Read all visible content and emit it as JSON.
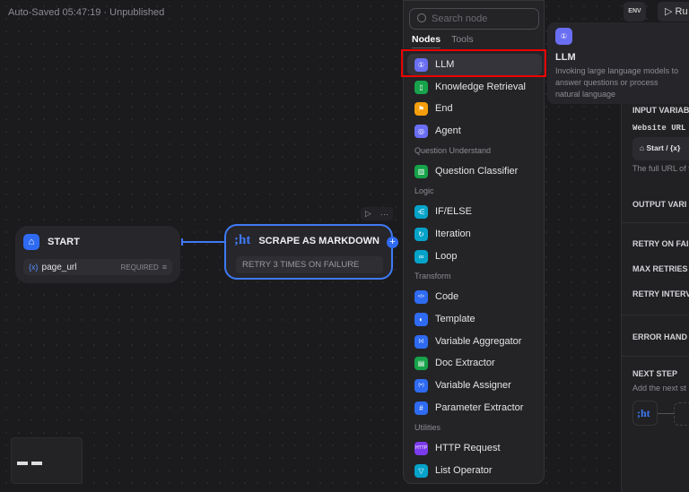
{
  "header": {
    "status": "Auto-Saved 05:47:19 · Unpublished",
    "env_label": "ENV",
    "run_label": "▷ Ru"
  },
  "canvas": {
    "start": {
      "title": "START",
      "var_name": "page_url",
      "var_badge": "REQUIRED",
      "var_icon": "{x}"
    },
    "scrape": {
      "logo": ";ht",
      "title": "SCRAPE AS MARKDOWN",
      "retry": "RETRY 3 TIMES ON FAILURE"
    }
  },
  "menu": {
    "search_placeholder": "Search node",
    "tabs": [
      "Nodes",
      "Tools"
    ],
    "sections": {
      "qu": "Question Understand",
      "logic": "Logic",
      "transform": "Transform",
      "utilities": "Utilities"
    },
    "items": [
      {
        "label": "LLM",
        "color": "#6a6ef2",
        "icon": "①"
      },
      {
        "label": "Knowledge Retrieval",
        "color": "#16a34a",
        "icon": "▯"
      },
      {
        "label": "End",
        "color": "#f59e0b",
        "icon": "⚑"
      },
      {
        "label": "Agent",
        "color": "#6a6ef2",
        "icon": "◎"
      },
      {
        "label": "Question Classifier",
        "color": "#16a34a",
        "icon": "▥"
      },
      {
        "label": "IF/ELSE",
        "color": "#06a3c9",
        "icon": "⋲"
      },
      {
        "label": "Iteration",
        "color": "#06a3c9",
        "icon": "↻"
      },
      {
        "label": "Loop",
        "color": "#06a3c9",
        "icon": "∞"
      },
      {
        "label": "Code",
        "color": "#2f6bf2",
        "icon": "</>"
      },
      {
        "label": "Template",
        "color": "#2f6bf2",
        "icon": "◐"
      },
      {
        "label": "Variable Aggregator",
        "color": "#2f6bf2",
        "icon": "{x}"
      },
      {
        "label": "Doc Extractor",
        "color": "#16a34a",
        "icon": "▤"
      },
      {
        "label": "Variable Assigner",
        "color": "#2f6bf2",
        "icon": "(=)"
      },
      {
        "label": "Parameter Extractor",
        "color": "#2f6bf2",
        "icon": "#"
      },
      {
        "label": "HTTP Request",
        "color": "#7c3aed",
        "icon": "HTTP"
      },
      {
        "label": "List Operator",
        "color": "#06a3c9",
        "icon": "▽"
      }
    ]
  },
  "tooltip": {
    "title": "LLM",
    "description": "Invoking large language models to answer questions or process natural language"
  },
  "panel": {
    "input_vars": "INPUT VARIAB",
    "website_url": "Website URL",
    "chip": "⌂ Start / {x}",
    "url_desc": "The full URL of t",
    "output_vars": "OUTPUT VARI",
    "retry_on_fail": "RETRY ON FAI",
    "max_retries": "MAX RETRIES",
    "retry_interval": "RETRY INTERVA",
    "error_handling": "ERROR HAND",
    "next_step": "NEXT STEP",
    "next_desc": "Add the next st",
    "next_logo": ";ht"
  }
}
